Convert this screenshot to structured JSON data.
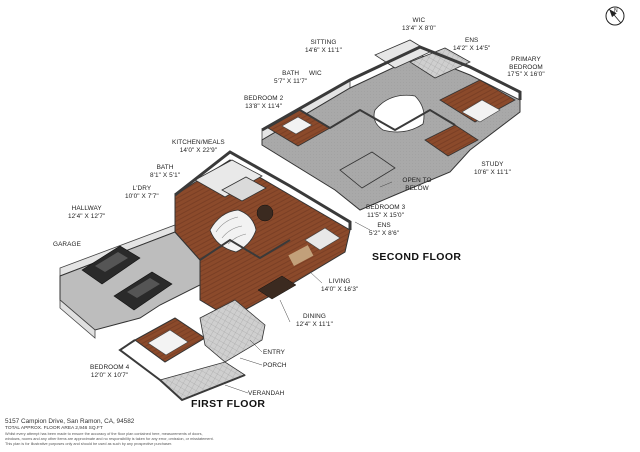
{
  "floors": {
    "first": {
      "title": "FIRST FLOOR"
    },
    "second": {
      "title": "SECOND FLOOR"
    }
  },
  "rooms": {
    "garage": {
      "name": "GARAGE"
    },
    "hallway": {
      "name": "HALLWAY",
      "dims": "12'4\" x 12'7\""
    },
    "laundry": {
      "name": "L'DRY",
      "dims": "10'0\" x 7'7\""
    },
    "bath1": {
      "name": "BATH",
      "dims": "8'1\" x 5'1\""
    },
    "kitchen": {
      "name": "KITCHEN/MEALS",
      "dims": "14'0\" x 22'9\""
    },
    "living": {
      "name": "LIVING",
      "dims": "14'0\" x 16'3\""
    },
    "dining": {
      "name": "DINING",
      "dims": "12'4\" x 11'1\""
    },
    "entry": {
      "name": "ENTRY"
    },
    "porch": {
      "name": "PORCH"
    },
    "verandah": {
      "name": "VERANDAH"
    },
    "bedroom4": {
      "name": "BEDROOM 4",
      "dims": "12'0\" x 10'7\""
    },
    "sitting": {
      "name": "SITTING",
      "dims": "14'6\" x 11'1\""
    },
    "wic_upper": {
      "name": "WIC",
      "dims": "13'4\" x 8'0\""
    },
    "ens_primary": {
      "name": "ENS",
      "dims": "14'2\" x 14'5\""
    },
    "primary_bedroom": {
      "name": "PRIMARY BEDROOM",
      "dims": "17'5\" x 16'0\""
    },
    "bath2": {
      "name": "BATH",
      "dims": "5'7\" x 11'7\""
    },
    "wic_lower": {
      "name": "WIC"
    },
    "bedroom2": {
      "name": "BEDROOM 2",
      "dims": "13'8\" x 11'4\""
    },
    "study": {
      "name": "STUDY",
      "dims": "10'6\" x 11'1\""
    },
    "open_to_below": {
      "name": "OPEN TO BELOW"
    },
    "bedroom3": {
      "name": "BEDROOM 3",
      "dims": "11'5\" x 15'0\""
    },
    "ens_small": {
      "name": "ENS",
      "dims": "5'2\" x 8'6\""
    }
  },
  "footer": {
    "address": "5157 Campion Drive, San Ramon, CA, 94582",
    "area": "TOTAL APPROX. FLOOR AREA 2,946 SQ.FT",
    "disclaimer_1": "Whilst every attempt has been made to ensure the accuracy of the floor plan contained here, measurements of doors,",
    "disclaimer_2": "windows, rooms and any other items are approximate and no responsibility is taken for any error, omission, or misstatement.",
    "disclaimer_3": "This plan is for illustrative purposes only and should be used as such by any prospective purchaser."
  },
  "colors": {
    "wall_top": "#3a3a3a",
    "wall_side": "#d9d9d9",
    "floor_wood": "#8b4a2b",
    "floor_carpet": "#a6a6a6",
    "floor_tile": "#c9c9c9",
    "garage_floor": "#bdbdbd"
  },
  "compass_icon": "compass-north-icon"
}
